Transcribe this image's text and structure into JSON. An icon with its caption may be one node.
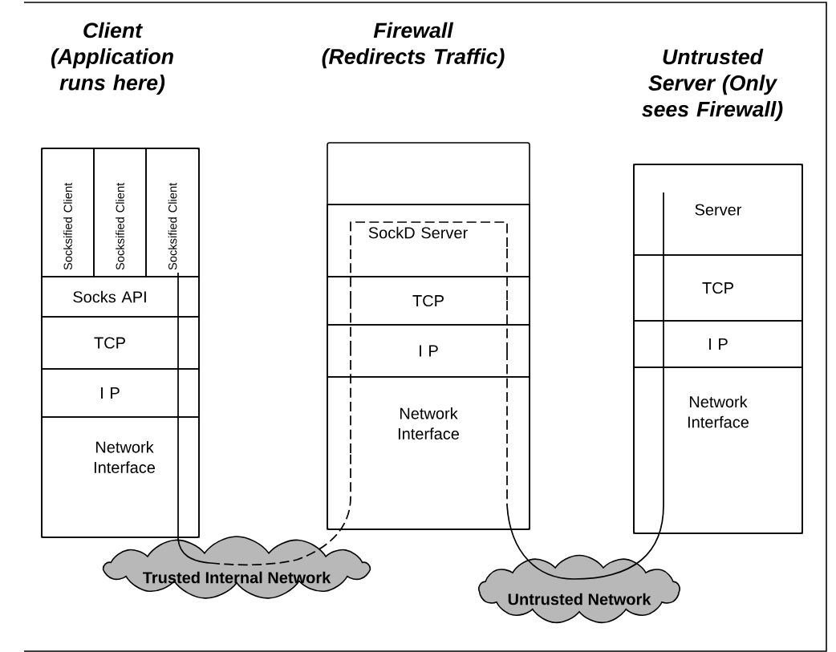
{
  "diagram": {
    "nodes": [
      {
        "text": [
          "Client (Application runs here)"
        ]
      },
      {
        "text": [
          "Socksified Client"
        ],
        "in": 0
      },
      {
        "text": [
          "Socksified Client"
        ],
        "in": 0
      },
      {
        "text": [
          "Socksified Client"
        ],
        "in": 0
      },
      {
        "text": [
          "Socks API"
        ],
        "in": 0
      },
      {
        "text": [
          "TCP"
        ],
        "in": 0
      },
      {
        "text": [
          "I P"
        ],
        "in": 0
      },
      {
        "text": [
          "Network Interface"
        ],
        "in": 0
      },
      {
        "text": [
          "Firewall (Redirects Traffic)"
        ]
      },
      {
        "text": [
          "SockD Server"
        ],
        "in": 8
      },
      {
        "text": [
          "TCP"
        ],
        "in": 8
      },
      {
        "text": [
          "I P"
        ],
        "in": 8
      },
      {
        "text": [
          "Network Interface"
        ],
        "in": 8
      },
      {
        "text": [
          "Untrusted Server (Only sees Firewall)"
        ]
      },
      {
        "text": [
          "Server"
        ],
        "in": 13
      },
      {
        "text": [
          "TCP"
        ],
        "in": 13
      },
      {
        "text": [
          "I P"
        ],
        "in": 13
      },
      {
        "text": [
          "Network Interface"
        ],
        "in": 13
      },
      {
        "text": [
          "Trusted Internal Network"
        ]
      },
      {
        "text": [
          "Untrusted Network"
        ]
      }
    ],
    "edges": [
      {
        "from": 3,
        "to": 4,
        "arrow": "none"
      },
      {
        "from": 4,
        "to": 5,
        "arrow": "none"
      },
      {
        "from": 5,
        "to": 6,
        "arrow": "none"
      },
      {
        "from": 6,
        "to": 7,
        "arrow": "none"
      },
      {
        "from": 7,
        "to": 18,
        "arrow": "none"
      },
      {
        "from": 18,
        "to": 12,
        "arrow": "none",
        "style": "dashed"
      },
      {
        "from": 12,
        "to": 11,
        "arrow": "none",
        "style": "dashed"
      },
      {
        "from": 11,
        "to": 10,
        "arrow": "none",
        "style": "dashed"
      },
      {
        "from": 10,
        "to": 9,
        "arrow": "none",
        "style": "dashed"
      },
      {
        "from": 9,
        "to": 10,
        "arrow": "none",
        "style": "dashed"
      },
      {
        "from": 10,
        "to": 11,
        "arrow": "none",
        "style": "dashed"
      },
      {
        "from": 11,
        "to": 12,
        "arrow": "none",
        "style": "dashed"
      },
      {
        "from": 12,
        "to": 19,
        "arrow": "none"
      },
      {
        "from": 19,
        "to": 17,
        "arrow": "none"
      },
      {
        "from": 17,
        "to": 16,
        "arrow": "none"
      },
      {
        "from": 16,
        "to": 15,
        "arrow": "none"
      },
      {
        "from": 15,
        "to": 14,
        "arrow": "none"
      }
    ]
  }
}
